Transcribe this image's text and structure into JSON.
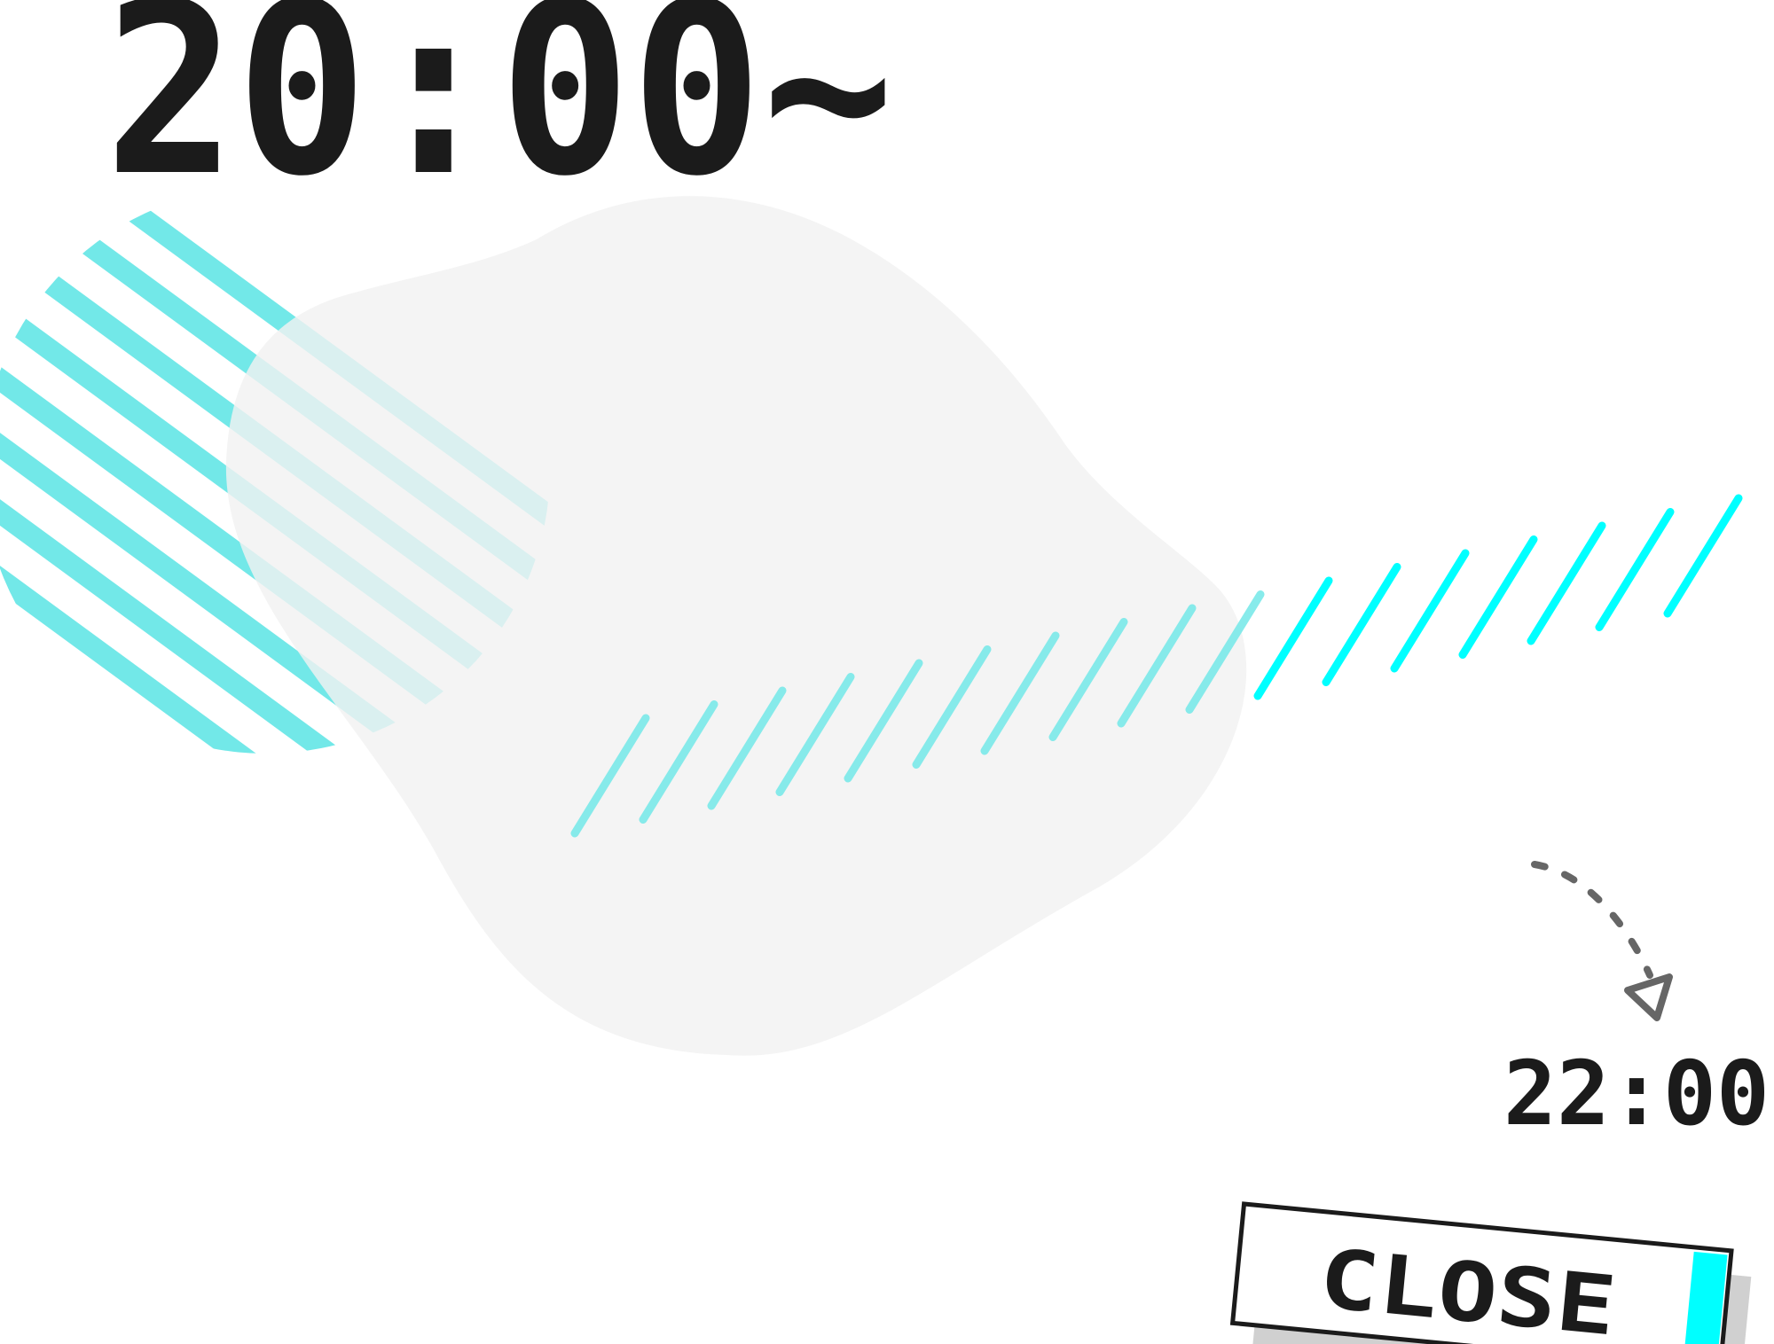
{
  "schedule": {
    "start_time": "20:00~",
    "end_time": "22:00",
    "status_label": "CLOSE"
  },
  "colors": {
    "ink": "#1b1b1b",
    "accent_cyan": "#00ffff",
    "stripe_cyan": "#72e8e8",
    "blob_gray": "#f2f2f2",
    "arrow_gray": "#666666",
    "shadow_gray": "#c8c8c8"
  },
  "icons": {
    "arrow": "curved-dashed-arrow-icon"
  }
}
